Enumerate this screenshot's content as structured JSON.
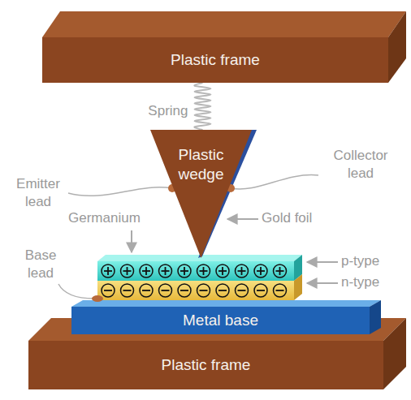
{
  "diagram": {
    "nodes": [
      {
        "text": [
          "Plastic frame"
        ]
      },
      {
        "text": [
          "Plastic wedge"
        ]
      },
      {
        "text": [
          "Metal base"
        ]
      },
      {
        "text": [
          "Plastic frame"
        ]
      }
    ],
    "edges": [
      {
        "from": 0,
        "to": 1,
        "arrow": "none",
        "label": "Spring"
      }
    ],
    "labels": [
      "Emitter lead",
      "Collector lead",
      "Germanium",
      "Gold foil",
      "Base lead",
      "p-type",
      "n-type"
    ]
  }
}
